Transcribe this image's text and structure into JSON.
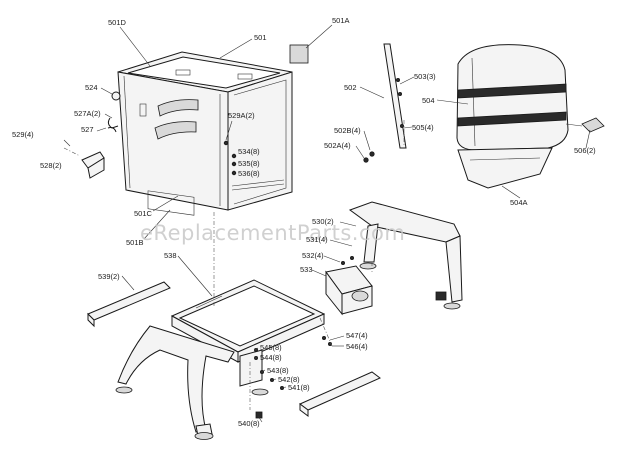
{
  "watermark": "eReplacementParts.com",
  "labels": {
    "l501D": "501D",
    "l501": "501",
    "l501A": "501A",
    "l524": "524",
    "l527A": "527A(2)",
    "l527": "527",
    "l529": "529(4)",
    "l528": "528(2)",
    "l529A": "529A(2)",
    "l534": "534(8)",
    "l535": "535(8)",
    "l536": "536(8)",
    "l501C": "501C",
    "l501B": "501B",
    "l502": "502",
    "l503": "503(3)",
    "l504": "504",
    "l505": "505(4)",
    "l502B": "502B(4)",
    "l502A": "502A(4)",
    "l506": "506(2)",
    "l504A": "504A",
    "l530": "530(2)",
    "l531": "531(4)",
    "l532": "532(4)",
    "l533": "533",
    "l538": "538",
    "l539": "539(2)",
    "l547": "547(4)",
    "l546": "546(4)",
    "l545": "545(8)",
    "l544": "544(8)",
    "l543": "543(8)",
    "l542": "542(8)",
    "l541": "541(8)",
    "l540": "540(8)"
  }
}
